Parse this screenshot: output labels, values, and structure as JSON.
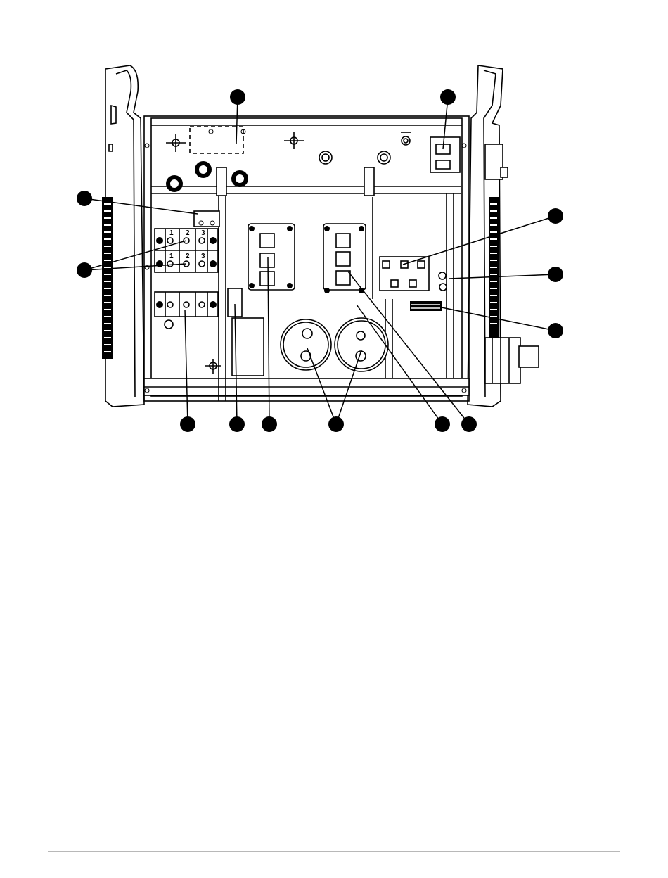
{
  "diagram": {
    "terminal_block_labels": {
      "row1": [
        "1",
        "2",
        "3"
      ],
      "row2": [
        "1",
        "2",
        "3"
      ]
    },
    "callout_markers": [
      "marker-top-left",
      "marker-top-right",
      "marker-left-1",
      "marker-left-2",
      "marker-right-1",
      "marker-right-2",
      "marker-right-3",
      "marker-bottom-1",
      "marker-bottom-2",
      "marker-bottom-3",
      "marker-bottom-4",
      "marker-bottom-5",
      "marker-bottom-6"
    ],
    "marker_color": "#000000",
    "line_color": "#000000"
  }
}
